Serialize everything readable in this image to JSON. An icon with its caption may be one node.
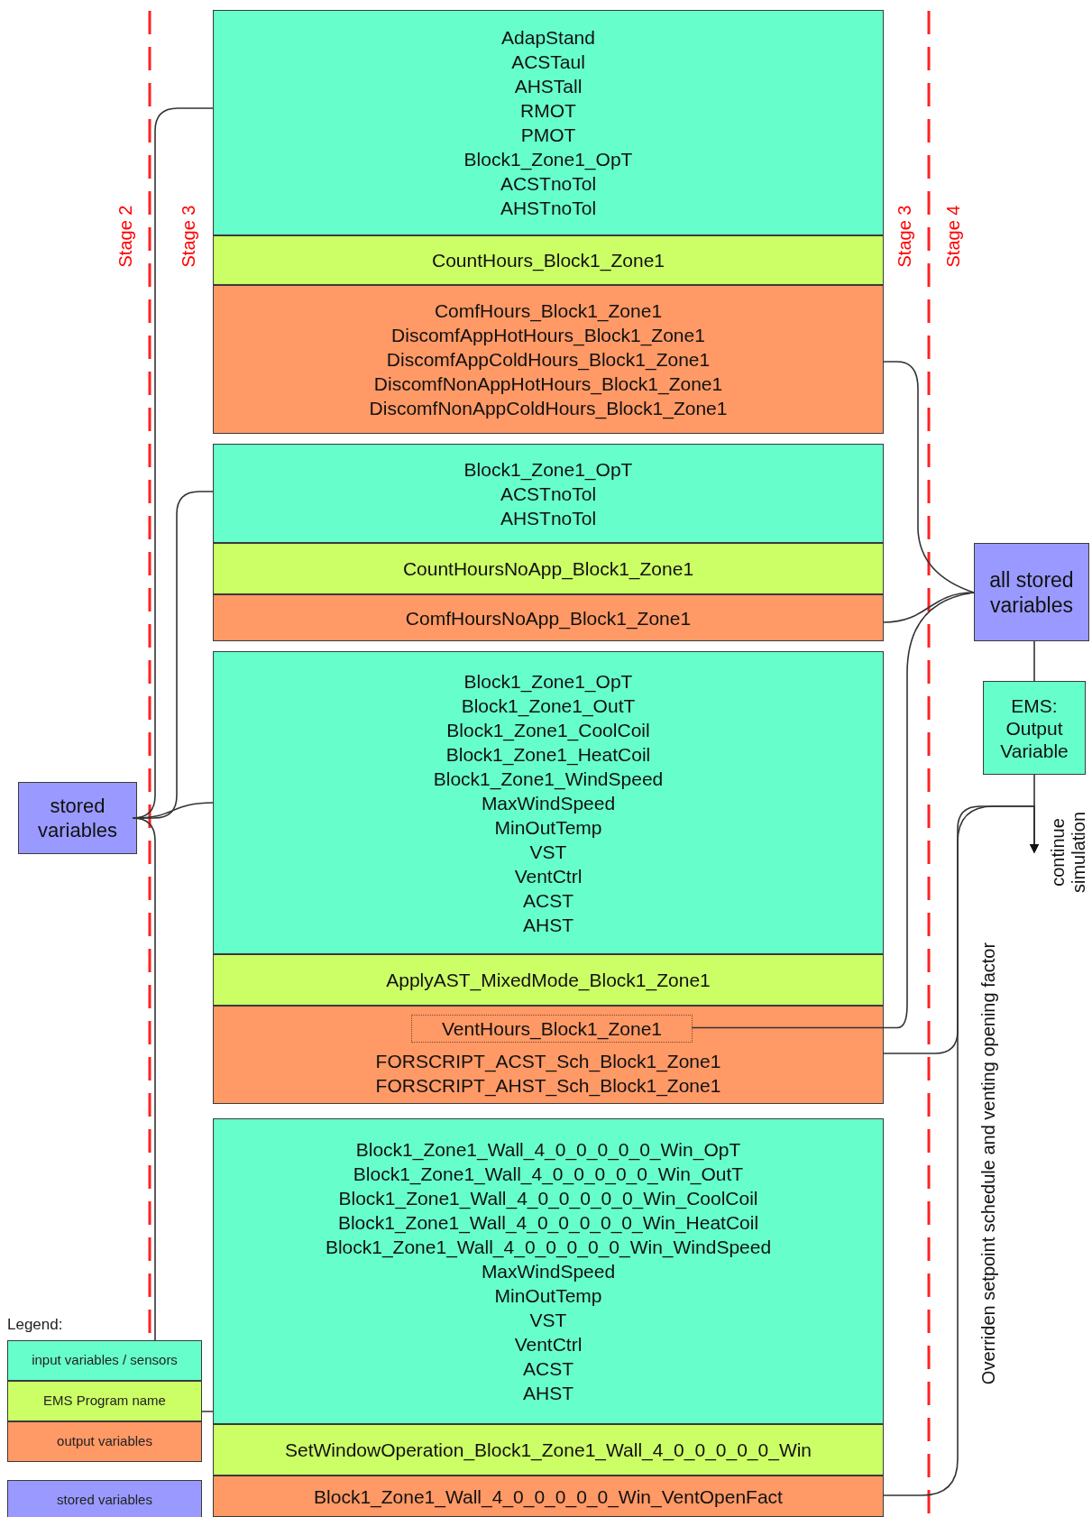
{
  "diagram": {
    "nodes": [
      {
        "text": [
          "stored variables"
        ]
      },
      {
        "text": [
          "AdapStand",
          "ACSTaul",
          "AHSTall",
          "RMOT",
          "PMOT",
          "Block1_Zone1_OpT",
          "ACSTnoTol",
          "AHSTnoTol"
        ]
      },
      {
        "text": [
          "CountHours_Block1_Zone1"
        ]
      },
      {
        "text": [
          "ComfHours_Block1_Zone1",
          "DiscomfAppHotHours_Block1_Zone1",
          "DiscomfAppColdHours_Block1_Zone1",
          "DiscomfNonAppHotHours_Block1_Zone1",
          "DiscomfNonAppColdHours_Block1_Zone1"
        ]
      },
      {
        "text": [
          "Block1_Zone1_OpT",
          "ACSTnoTol",
          "AHSTnoTol"
        ]
      },
      {
        "text": [
          "CountHoursNoApp_Block1_Zone1"
        ]
      },
      {
        "text": [
          "ComfHoursNoApp_Block1_Zone1"
        ]
      },
      {
        "text": [
          "Block1_Zone1_OpT",
          "Block1_Zone1_OutT",
          "Block1_Zone1_CoolCoil",
          "Block1_Zone1_HeatCoil",
          "Block1_Zone1_WindSpeed",
          "MaxWindSpeed",
          "MinOutTemp",
          "VST",
          "VentCtrl",
          "ACST",
          "AHST"
        ]
      },
      {
        "text": [
          "ApplyAST_MixedMode_Block1_Zone1"
        ]
      },
      {
        "text": [
          "FORSCRIPT_ACST_Sch_Block1_Zone1",
          "FORSCRIPT_AHST_Sch_Block1_Zone1"
        ]
      },
      {
        "text": [
          "VentHours_Block1_Zone1"
        ],
        "in": 9
      },
      {
        "text": [
          "Block1_Zone1_Wall_4_0_0_0_0_0_Win_OpT",
          "Block1_Zone1_Wall_4_0_0_0_0_0_Win_OutT",
          "Block1_Zone1_Wall_4_0_0_0_0_0_Win_CoolCoil",
          "Block1_Zone1_Wall_4_0_0_0_0_0_Win_HeatCoil",
          "Block1_Zone1_Wall_4_0_0_0_0_0_Win_WindSpeed",
          "MaxWindSpeed",
          "MinOutTemp",
          "VST",
          "VentCtrl",
          "ACST",
          "AHST"
        ]
      },
      {
        "text": [
          "SetWindowOperation_Block1_Zone1_Wall_4_0_0_0_0_0_Win"
        ]
      },
      {
        "text": [
          "Block1_Zone1_Wall_4_0_0_0_0_0_Win_VentOpenFact"
        ]
      },
      {
        "text": [
          "all stored variables"
        ]
      },
      {
        "text": [
          "EMS: Output Variable"
        ]
      }
    ],
    "edges": [
      {
        "from": 0,
        "to": 1,
        "arrow": "none"
      },
      {
        "from": 0,
        "to": 4,
        "arrow": "none"
      },
      {
        "from": 0,
        "to": 7,
        "arrow": "none"
      },
      {
        "from": 0,
        "to": 11,
        "arrow": "none"
      },
      {
        "from": 3,
        "to": 14,
        "arrow": "none"
      },
      {
        "from": 6,
        "to": 14,
        "arrow": "none"
      },
      {
        "from": 10,
        "to": 14,
        "arrow": "none"
      },
      {
        "from": 14,
        "to": 15,
        "arrow": "none"
      },
      {
        "from": 15,
        "to": null,
        "arrow": "to",
        "label": "continue simulation"
      },
      {
        "from": 9,
        "to": null,
        "arrow": "to"
      },
      {
        "from": 13,
        "to": null,
        "arrow": "to",
        "label": "Overriden setpoint schedule and venting opening factor"
      }
    ],
    "labels": [
      "Stage 2",
      "Stage 3",
      "Stage 3",
      "Stage 4",
      "Legend:"
    ],
    "legend": [
      {
        "text": "input variables / sensors",
        "color": "#66ffcc"
      },
      {
        "text": "EMS Program name",
        "color": "#ccff66"
      },
      {
        "text": "output variables",
        "color": "#ff9966"
      },
      {
        "text": "stored variables",
        "color": "#9999ff"
      }
    ]
  }
}
